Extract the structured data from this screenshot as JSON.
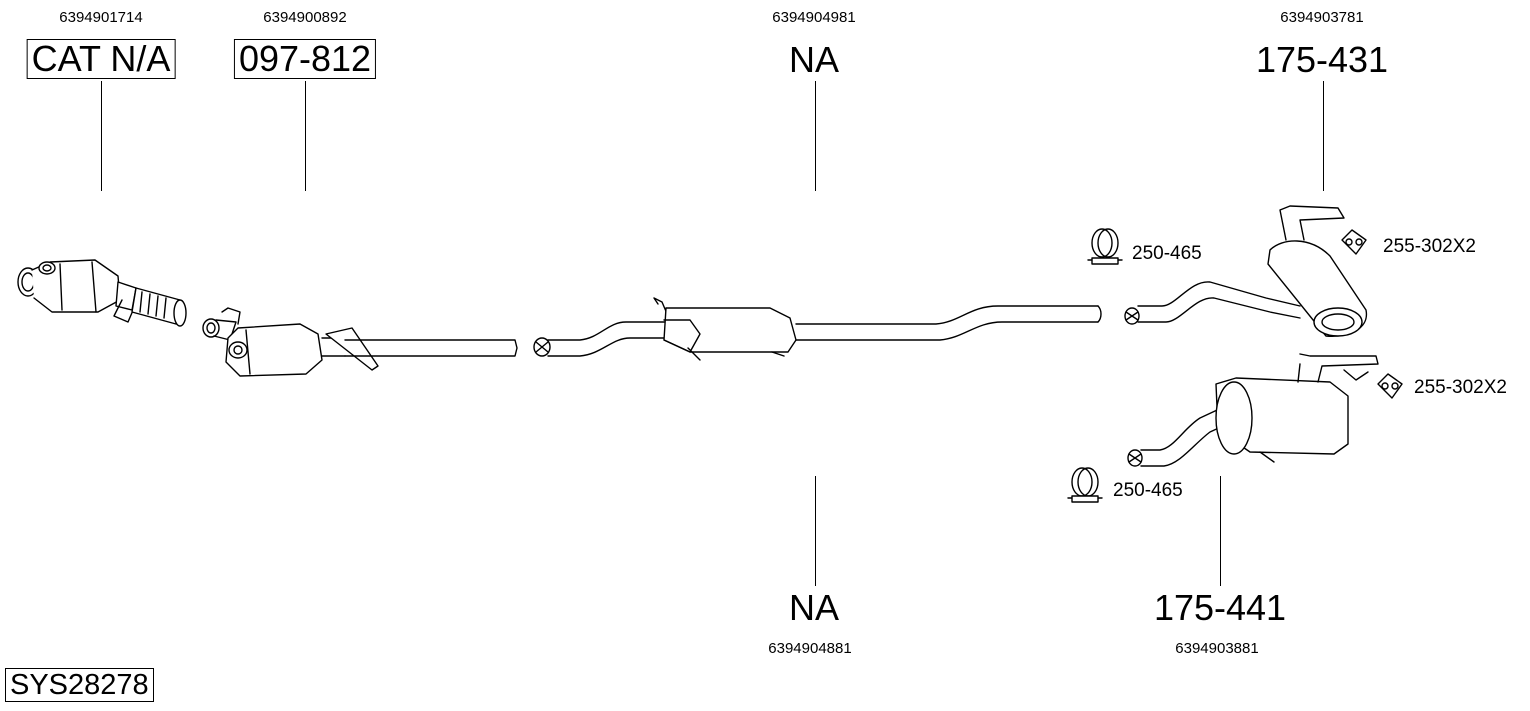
{
  "labels": {
    "cat": {
      "oe": "6394901714",
      "part": "CAT N/A"
    },
    "dpf": {
      "oe": "6394900892",
      "part": "097-812"
    },
    "middle_top": {
      "oe": "6394904981",
      "part": "NA"
    },
    "middle_bottom": {
      "oe": "6394904881",
      "part": "NA"
    },
    "rear_top": {
      "oe": "6394903781",
      "part": "175-431"
    },
    "rear_bottom": {
      "oe": "6394903881",
      "part": "175-441"
    }
  },
  "accessories": {
    "clamp_top": "250-465",
    "clamp_bottom": "250-465",
    "rubber_top": "255-302X2",
    "rubber_bottom": "255-302X2"
  },
  "system_id": "SYS28278"
}
